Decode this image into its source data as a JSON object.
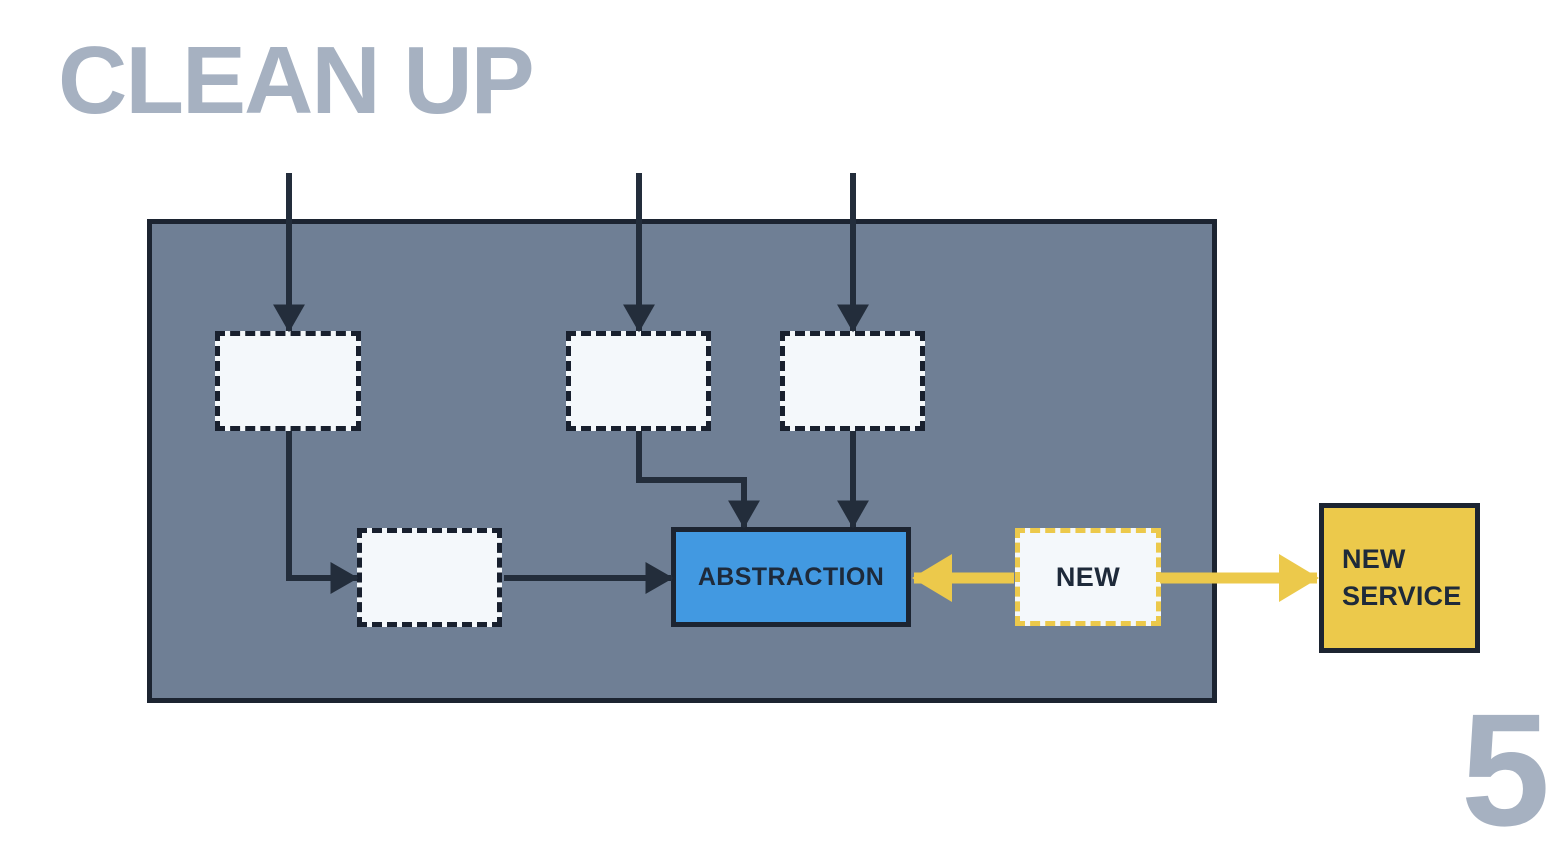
{
  "slide": {
    "title": "CLEAN UP",
    "page_number": "5"
  },
  "nodes": {
    "abstraction": {
      "label": "ABSTRACTION"
    },
    "new": {
      "label": "NEW"
    },
    "new_service": {
      "label": "NEW SERVICE",
      "lines": [
        "NEW",
        "SERVICE"
      ]
    }
  },
  "colors": {
    "heading": "#A6B1C1",
    "container_fill": "#6F7F95",
    "container_border": "#1C2431",
    "connector_dark": "#232D3B",
    "node_fill_light": "#F4F8FB",
    "node_dash_dark": "#18202E",
    "abstraction_fill": "#4299E1",
    "accent_yellow": "#ECC94B",
    "text_dark": "#1E2A3A"
  }
}
